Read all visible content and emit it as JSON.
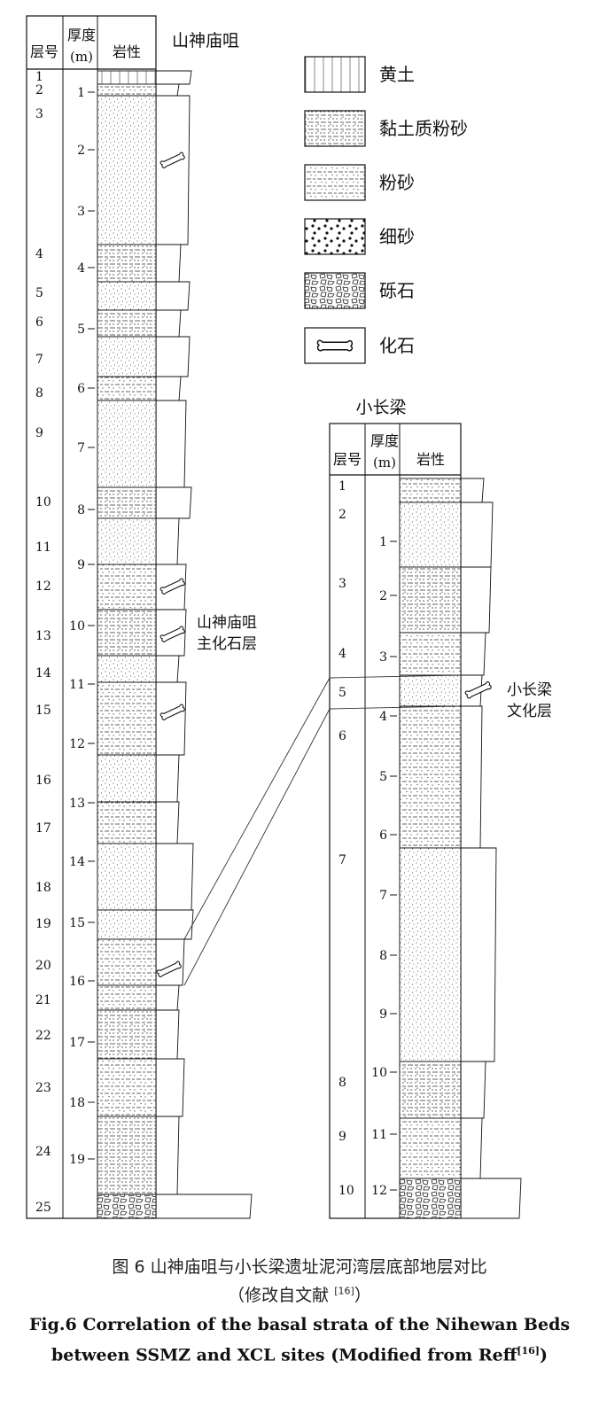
{
  "header": {
    "layer": "层号",
    "thickness_line1": "厚度",
    "thickness_line2": "(m)",
    "lithology": "岩性"
  },
  "sites": {
    "ssmz": {
      "name": "山神庙咀",
      "depth_ticks": [
        "1",
        "2",
        "3",
        "4",
        "5",
        "6",
        "7",
        "8",
        "9",
        "10",
        "11",
        "12",
        "13",
        "14",
        "15",
        "16",
        "17",
        "18",
        "19"
      ],
      "layers": [
        "1",
        "2",
        "3",
        "4",
        "5",
        "6",
        "7",
        "8",
        "9",
        "10",
        "11",
        "12",
        "13",
        "14",
        "15",
        "16",
        "17",
        "18",
        "19",
        "20",
        "21",
        "22",
        "23",
        "24",
        "25"
      ],
      "beds": [
        {
          "litho": "loess"
        },
        {
          "litho": "silt"
        },
        {
          "litho": "fine_sand"
        },
        {
          "litho": "clayey_silt"
        },
        {
          "litho": "fine_sand"
        },
        {
          "litho": "clayey_silt"
        },
        {
          "litho": "fine_sand"
        },
        {
          "litho": "silt"
        },
        {
          "litho": "fine_sand"
        },
        {
          "litho": "clayey_silt"
        },
        {
          "litho": "fine_sand"
        },
        {
          "litho": "silt"
        },
        {
          "litho": "clayey_silt"
        },
        {
          "litho": "fine_sand"
        },
        {
          "litho": "silt"
        },
        {
          "litho": "fine_sand"
        },
        {
          "litho": "silt"
        },
        {
          "litho": "fine_sand"
        },
        {
          "litho": "fine_sand"
        },
        {
          "litho": "silt"
        },
        {
          "litho": "silt"
        },
        {
          "litho": "clayey_silt"
        },
        {
          "litho": "silt"
        },
        {
          "litho": "clayey_silt"
        },
        {
          "litho": "gravel"
        }
      ],
      "annotation": {
        "line1": "山神庙咀",
        "line2": "主化石层"
      }
    },
    "xcl": {
      "name": "小长梁",
      "depth_ticks": [
        "1",
        "2",
        "3",
        "4",
        "5",
        "6",
        "7",
        "8",
        "9",
        "10",
        "11",
        "12"
      ],
      "layers": [
        "1",
        "2",
        "3",
        "4",
        "5",
        "6",
        "7",
        "8",
        "9",
        "10"
      ],
      "beds": [
        {
          "litho": "silt"
        },
        {
          "litho": "fine_sand"
        },
        {
          "litho": "clayey_silt"
        },
        {
          "litho": "silt"
        },
        {
          "litho": "fine_sand"
        },
        {
          "litho": "silt"
        },
        {
          "litho": "fine_sand"
        },
        {
          "litho": "clayey_silt"
        },
        {
          "litho": "silt"
        },
        {
          "litho": "gravel"
        }
      ],
      "annotation": {
        "line1": "小长梁",
        "line2": "文化层"
      }
    }
  },
  "legend": [
    {
      "key": "loess",
      "label": "黄土"
    },
    {
      "key": "clayey_silt",
      "label": "黏土质粉砂"
    },
    {
      "key": "silt",
      "label": "粉砂"
    },
    {
      "key": "fine_sand",
      "label": "细砂"
    },
    {
      "key": "gravel",
      "label": "砾石"
    },
    {
      "key": "fossil",
      "label": "化石"
    }
  ],
  "caption": {
    "cn_line1": "图 6  山神庙咀与小长梁遗址泥河湾层底部地层对比",
    "cn_line2_a": "（修改自文献 ",
    "cn_line2_sup": "[16]",
    "cn_line2_b": "）",
    "en_line1": "Fig.6 Correlation of the basal strata of the Nihewan Beds",
    "en_line2": "between SSMZ and XCL sites (Modified from Reff",
    "en_line2_sup": "[16]",
    "en_line2_end": ")"
  }
}
